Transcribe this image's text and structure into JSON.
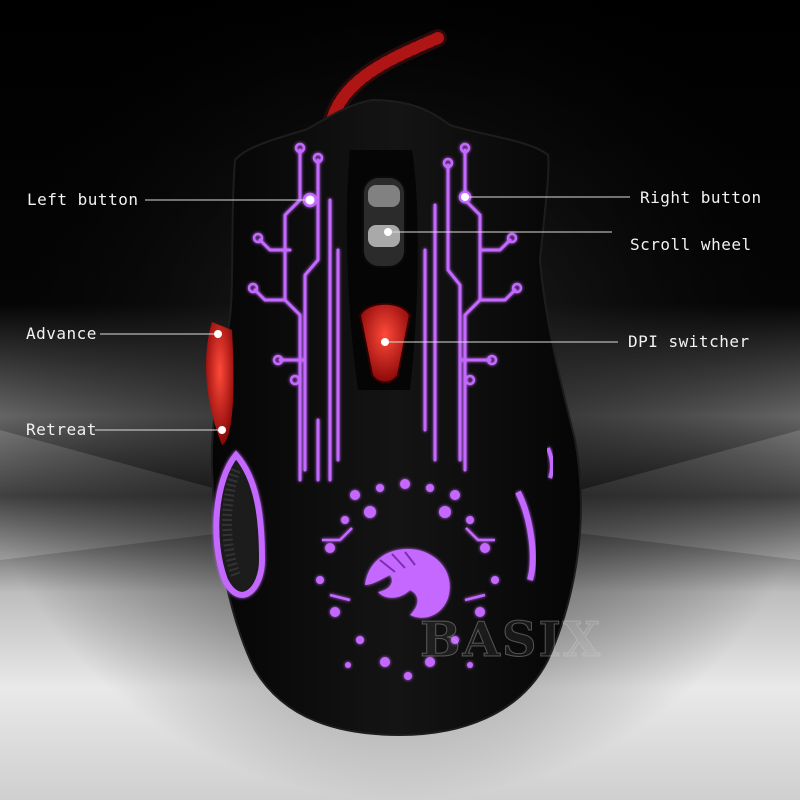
{
  "callouts": {
    "left_button": "Left button",
    "right_button": "Right button",
    "scroll_wheel": "Scroll wheel",
    "advance": "Advance",
    "dpi_switcher": "DPI switcher",
    "retreat": "Retreat"
  },
  "watermark": "BASIX",
  "colors": {
    "background": "#000000",
    "mouse_body": "#0b0b0b",
    "glow_purple": "#c468ff",
    "accent_red": "#d91414",
    "label_text": "#f2f2f2"
  },
  "icons": [
    "eagle-logo-icon"
  ]
}
